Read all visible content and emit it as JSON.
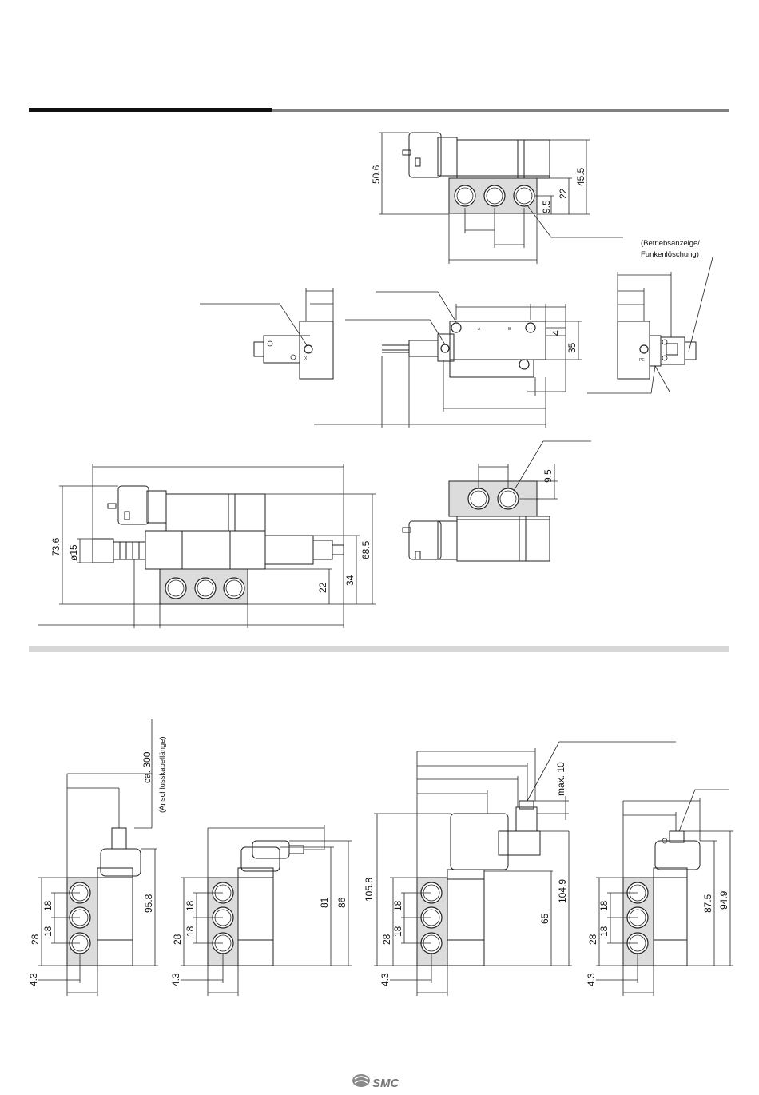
{
  "top_view": {
    "dims": {
      "h_total": "50.6",
      "h_body": "45.5",
      "h_base": "22",
      "h_port": "9.5"
    },
    "note_line1": "(Betriebsanzeige/",
    "note_line2": "Funkenlöschung)"
  },
  "mid_views": {
    "dims": {
      "d4": "4",
      "d35": "35"
    },
    "mark_x": "X",
    "mark_a": "A",
    "mark_b": "B",
    "mark_pe": "PE"
  },
  "lower_views": {
    "dims": {
      "d73_6": "73.6",
      "d15": "ø15",
      "d68_5": "68.5",
      "d34": "34",
      "d22": "22",
      "d9_5": "9.5"
    }
  },
  "bottom_views": [
    {
      "d28": "28",
      "d18a": "18",
      "d18b": "18",
      "d4_3": "4.3",
      "dim_main": "95.8",
      "cable": "ca. 300",
      "cable_note": "(Anschlusskabellänge)"
    },
    {
      "d28": "28",
      "d18a": "18",
      "d18b": "18",
      "d4_3": "4.3",
      "dim_a": "81",
      "dim_b": "86"
    },
    {
      "d28": "28",
      "d18a": "18",
      "d18b": "18",
      "d4_3": "4.3",
      "dim_a": "105.8",
      "dim_b": "65",
      "dim_c": "104.9",
      "dim_max": "max. 10"
    },
    {
      "d28": "28",
      "d18a": "18",
      "d18b": "18",
      "d4_3": "4.3",
      "dim_a": "87.5",
      "dim_b": "94.9"
    }
  ],
  "footer": {
    "brand": "SMC"
  },
  "colors": {
    "bar_dark": "#111111",
    "bar_mid": "#808080",
    "bar_light": "#d7d7d7"
  }
}
